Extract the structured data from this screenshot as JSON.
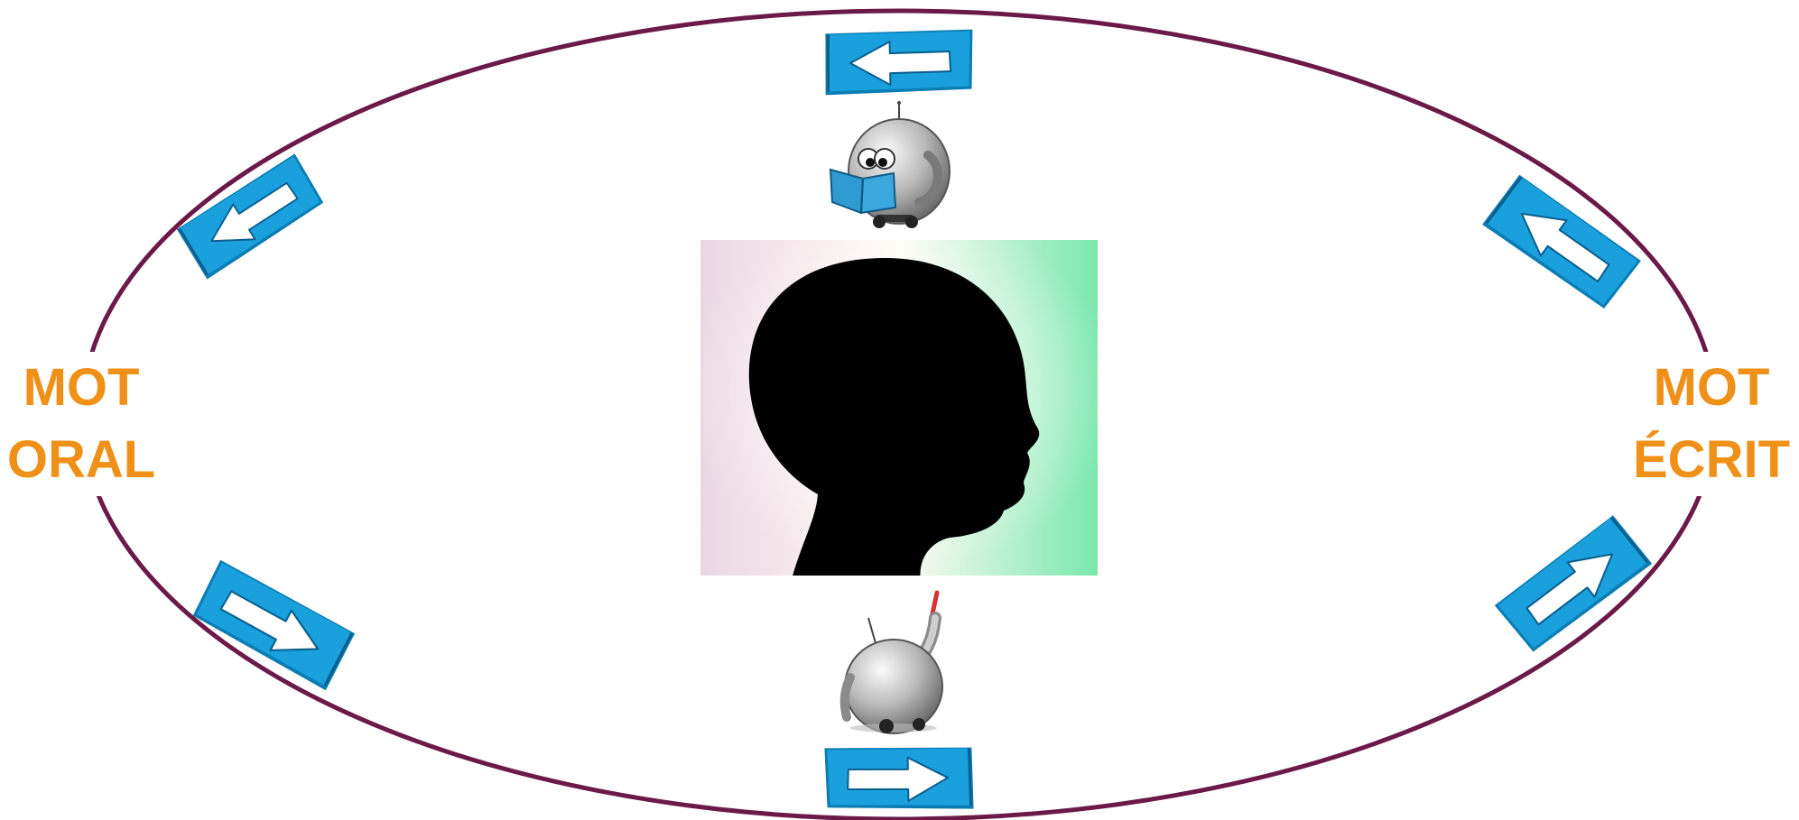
{
  "labels": {
    "left": {
      "line1": "MOT",
      "line2": "ORAL"
    },
    "right": {
      "line1": "MOT",
      "line2": "ÉCRIT"
    }
  },
  "colors": {
    "ellipse": "#6b1a48",
    "label": "#ef9019",
    "sign": "#1aa0dc",
    "sign_dark": "#0b7db4",
    "arrow": "#ffffff",
    "head": "#000000"
  },
  "icons": {
    "signs": [
      "arrow-left-sign-icon",
      "arrow-down-left-sign-icon",
      "arrow-up-left-sign-icon",
      "arrow-down-right-sign-icon",
      "arrow-up-right-sign-icon",
      "arrow-right-sign-icon"
    ],
    "robots": [
      "reading-robot-icon",
      "writing-robot-icon"
    ],
    "center": "head-silhouette-icon"
  }
}
